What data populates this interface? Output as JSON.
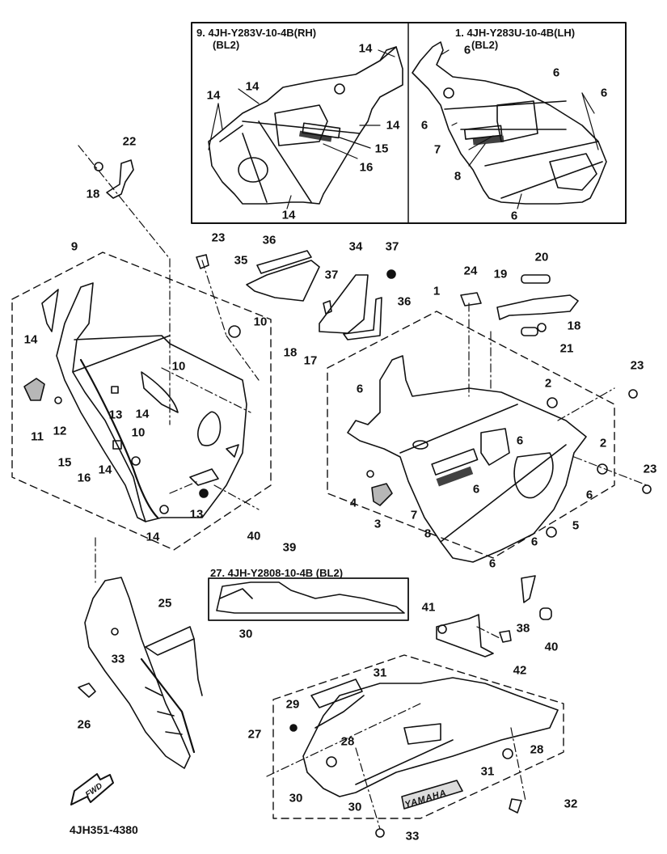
{
  "diagram": {
    "type": "exploded-parts-diagram",
    "subject": "cowling / fairing assembly",
    "part_code": "4JH351-4380",
    "direction_marker": "FWD",
    "insets": [
      {
        "id": "rh",
        "title_line1": "9. 4JH-Y283V-10-4B(RH)",
        "title_line2": "(BL2)"
      },
      {
        "id": "lh",
        "title_line1": "1. 4JH-Y283U-10-4B(LH)",
        "title_line2": "(BL2)"
      },
      {
        "id": "under",
        "title_line1": "27. 4JH-Y2808-10-4B (BL2)",
        "title_line2": ""
      }
    ],
    "emblem_text": "YAMAHA",
    "callouts": {
      "rh_inset": [
        "14",
        "14",
        "14",
        "14",
        "15",
        "16",
        "14"
      ],
      "lh_inset": [
        "6",
        "6",
        "6",
        "6",
        "7",
        "8",
        "6"
      ],
      "left_group": [
        "9",
        "22",
        "18",
        "14",
        "10",
        "10",
        "11",
        "12",
        "13",
        "14",
        "10",
        "15",
        "16",
        "14",
        "13",
        "14",
        "40",
        "39",
        "18",
        "17"
      ],
      "top_center": [
        "23",
        "36",
        "35",
        "37",
        "34",
        "37",
        "36",
        "24",
        "20",
        "19",
        "18",
        "21"
      ],
      "right_group": [
        "1",
        "6",
        "2",
        "23",
        "6",
        "2",
        "23",
        "4",
        "3",
        "7",
        "8",
        "6",
        "6",
        "6",
        "5",
        "6"
      ],
      "lower_left": [
        "25",
        "33",
        "26"
      ],
      "under_inset": [
        "30"
      ],
      "lower_right": [
        "41",
        "38",
        "40",
        "42",
        "31",
        "29",
        "27",
        "28",
        "28",
        "31",
        "30",
        "30",
        "32",
        "33"
      ]
    }
  }
}
